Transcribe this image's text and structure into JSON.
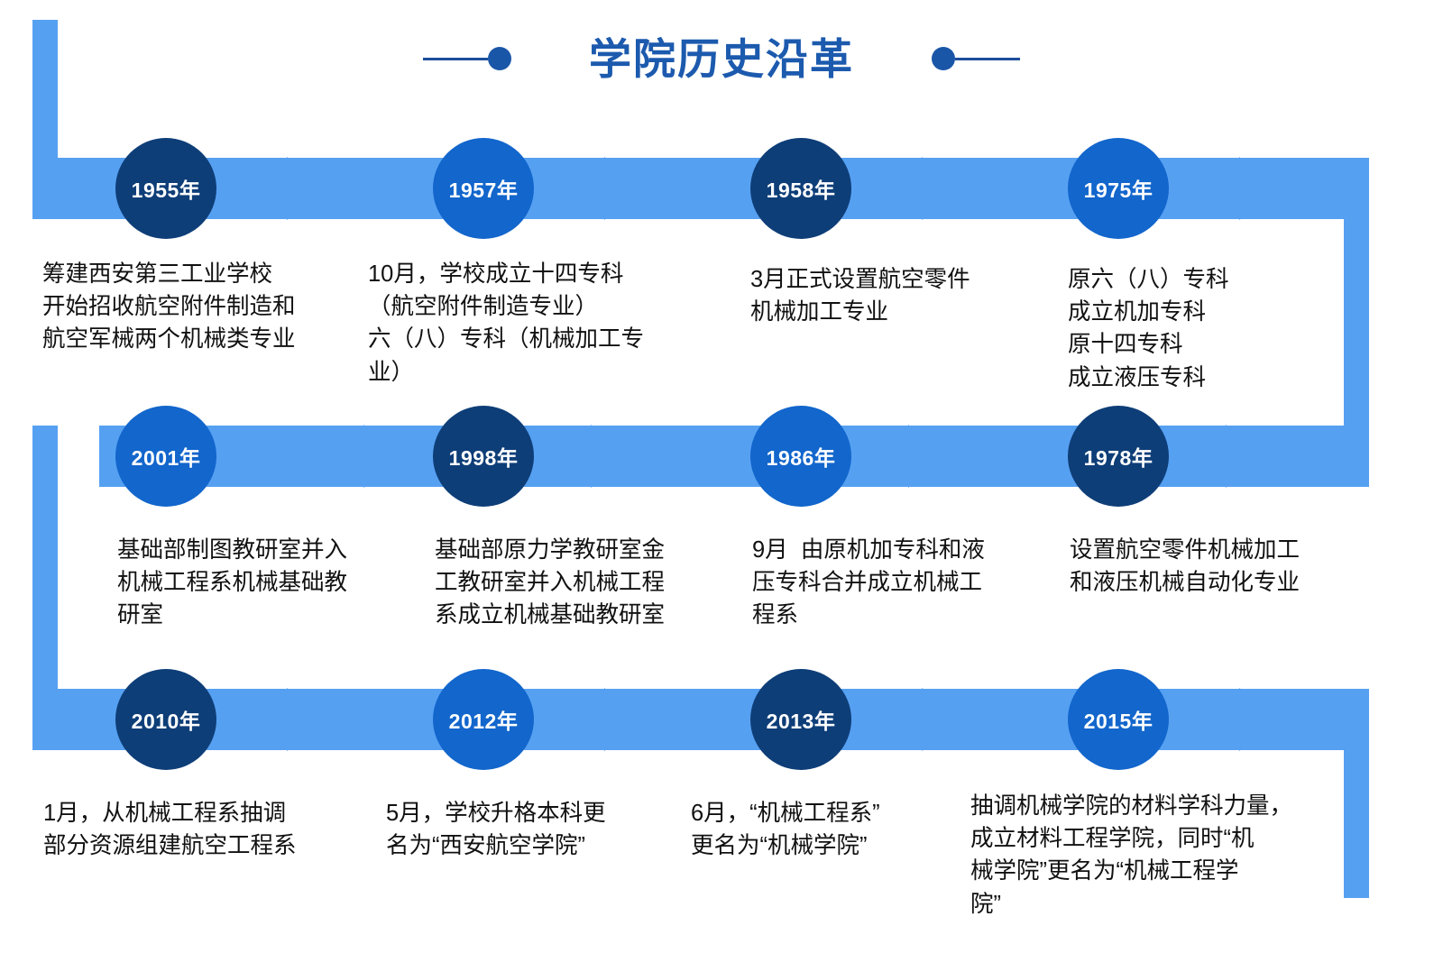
{
  "header": {
    "title": "学院历史沿革",
    "left_decoration": "line-dot",
    "right_decoration": "dot-line"
  },
  "theme": {
    "rail_color": "#56A0F2",
    "node_dark": "#0E3E78",
    "node_bright": "#1266CC",
    "title_color": "#1C5AAE",
    "caption_color": "#111111",
    "background": "#FFFFFF"
  },
  "timeline": {
    "rows": [
      {
        "direction": "right",
        "events": [
          {
            "year": "1955年",
            "node_style": "dark",
            "caption": "筹建西安第三工业学校\n开始招收航空附件制造和\n航空军械两个机械类专业"
          },
          {
            "year": "1957年",
            "node_style": "bright",
            "caption": "10月，学校成立十四专科\n（航空附件制造专业）\n六（八）专科（机械加工专\n业）"
          },
          {
            "year": "1958年",
            "node_style": "dark",
            "caption": "3月正式设置航空零件\n机械加工专业"
          },
          {
            "year": "1975年",
            "node_style": "bright",
            "caption": "原六（八）专科\n成立机加专科\n原十四专科\n成立液压专科"
          }
        ]
      },
      {
        "direction": "left",
        "events": [
          {
            "year": "2001年",
            "node_style": "bright",
            "caption": "基础部制图教研室并入\n机械工程系机械基础教\n研室"
          },
          {
            "year": "1998年",
            "node_style": "dark",
            "caption": "基础部原力学教研室金\n工教研室并入机械工程\n系成立机械基础教研室"
          },
          {
            "year": "1986年",
            "node_style": "bright",
            "caption": "9月  由原机加专科和液\n压专科合并成立机械工\n程系"
          },
          {
            "year": "1978年",
            "node_style": "dark",
            "caption": "设置航空零件机械加工\n和液压机械自动化专业"
          }
        ]
      },
      {
        "direction": "right",
        "events": [
          {
            "year": "2010年",
            "node_style": "dark",
            "caption": "1月，从机械工程系抽调\n部分资源组建航空工程系"
          },
          {
            "year": "2012年",
            "node_style": "bright",
            "caption": "5月，学校升格本科更\n名为“西安航空学院”"
          },
          {
            "year": "2013年",
            "node_style": "dark",
            "caption": "6月，“机械工程系”\n更名为“机械学院”"
          },
          {
            "year": "2015年",
            "node_style": "bright",
            "caption": "抽调机械学院的材料学科力量，\n成立材料工程学院，同时“机\n械学院”更名为“机械工程学\n院”"
          }
        ]
      }
    ]
  }
}
